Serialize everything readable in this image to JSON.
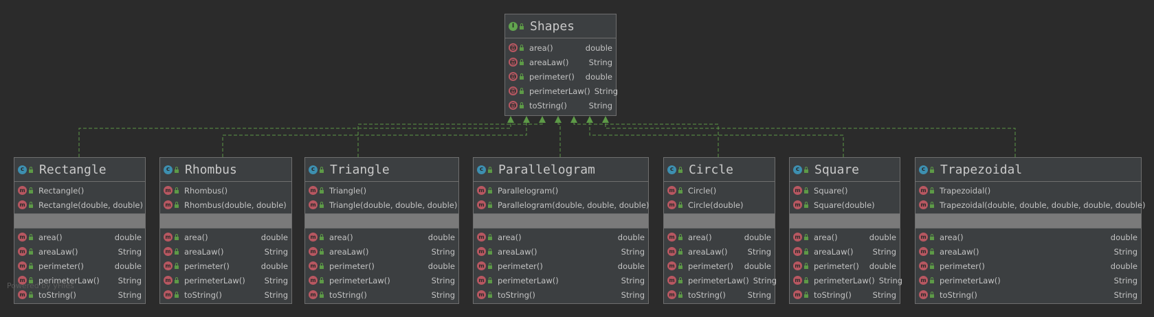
{
  "interface": {
    "name": "Shapes",
    "kind_icon": "interface-icon",
    "methods": [
      {
        "name": "area()",
        "type": "double"
      },
      {
        "name": "areaLaw()",
        "type": "String"
      },
      {
        "name": "perimeter()",
        "type": "double"
      },
      {
        "name": "perimeterLaw()",
        "type": "String"
      },
      {
        "name": "toString()",
        "type": "String"
      }
    ]
  },
  "classes": [
    {
      "name": "Rectangle",
      "constructors": [
        "Rectangle()",
        "Rectangle(double, double)"
      ],
      "methods": [
        {
          "name": "area()",
          "type": "double"
        },
        {
          "name": "areaLaw()",
          "type": "String"
        },
        {
          "name": "perimeter()",
          "type": "double"
        },
        {
          "name": "perimeterLaw()",
          "type": "String"
        },
        {
          "name": "toString()",
          "type": "String"
        }
      ]
    },
    {
      "name": "Rhombus",
      "constructors": [
        "Rhombus()",
        "Rhombus(double, double)"
      ],
      "methods": [
        {
          "name": "area()",
          "type": "double"
        },
        {
          "name": "areaLaw()",
          "type": "String"
        },
        {
          "name": "perimeter()",
          "type": "double"
        },
        {
          "name": "perimeterLaw()",
          "type": "String"
        },
        {
          "name": "toString()",
          "type": "String"
        }
      ]
    },
    {
      "name": "Triangle",
      "constructors": [
        "Triangle()",
        "Triangle(double, double, double)"
      ],
      "methods": [
        {
          "name": "area()",
          "type": "double"
        },
        {
          "name": "areaLaw()",
          "type": "String"
        },
        {
          "name": "perimeter()",
          "type": "double"
        },
        {
          "name": "perimeterLaw()",
          "type": "String"
        },
        {
          "name": "toString()",
          "type": "String"
        }
      ]
    },
    {
      "name": "Parallelogram",
      "constructors": [
        "Parallelogram()",
        "Parallelogram(double, double, double)"
      ],
      "methods": [
        {
          "name": "area()",
          "type": "double"
        },
        {
          "name": "areaLaw()",
          "type": "String"
        },
        {
          "name": "perimeter()",
          "type": "double"
        },
        {
          "name": "perimeterLaw()",
          "type": "String"
        },
        {
          "name": "toString()",
          "type": "String"
        }
      ]
    },
    {
      "name": "Circle",
      "constructors": [
        "Circle()",
        "Circle(double)"
      ],
      "methods": [
        {
          "name": "area()",
          "type": "double"
        },
        {
          "name": "areaLaw()",
          "type": "String"
        },
        {
          "name": "perimeter()",
          "type": "double"
        },
        {
          "name": "perimeterLaw()",
          "type": "String"
        },
        {
          "name": "toString()",
          "type": "String"
        }
      ]
    },
    {
      "name": "Square",
      "constructors": [
        "Square()",
        "Square(double)"
      ],
      "methods": [
        {
          "name": "area()",
          "type": "double"
        },
        {
          "name": "areaLaw()",
          "type": "String"
        },
        {
          "name": "perimeter()",
          "type": "double"
        },
        {
          "name": "perimeterLaw()",
          "type": "String"
        },
        {
          "name": "toString()",
          "type": "String"
        }
      ]
    },
    {
      "name": "Trapezoidal",
      "constructors": [
        "Trapezoidal()",
        "Trapezoidal(double, double, double, double, double)"
      ],
      "methods": [
        {
          "name": "area()",
          "type": "double"
        },
        {
          "name": "areaLaw()",
          "type": "String"
        },
        {
          "name": "perimeter()",
          "type": "double"
        },
        {
          "name": "perimeterLaw()",
          "type": "String"
        },
        {
          "name": "toString()",
          "type": "String"
        }
      ]
    }
  ],
  "watermark": "Powered by yFiles",
  "colors": {
    "background": "#2b2b2b",
    "box": "#3c3f41",
    "link": "#5d9a47",
    "method_icon": "#b85761",
    "class_icon": "#3d8fb0",
    "interface_icon": "#62a54f"
  }
}
